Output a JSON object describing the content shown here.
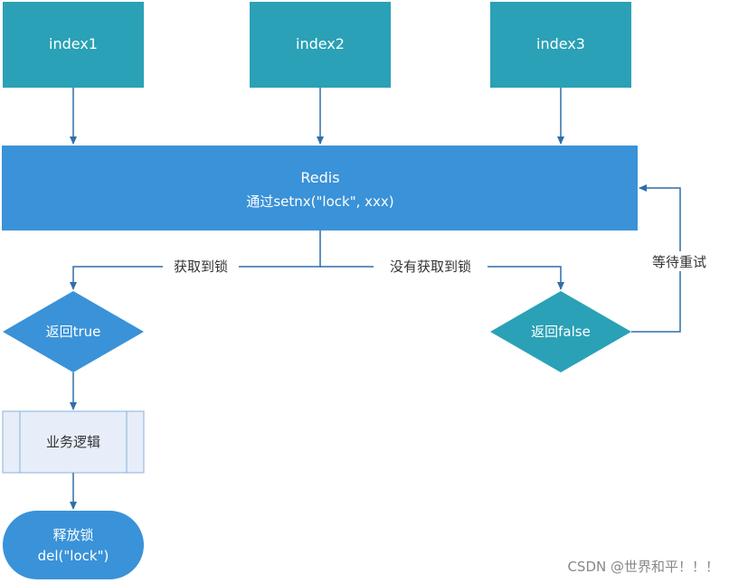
{
  "colors": {
    "index_box": "#2aa1b6",
    "redis_box": "#3a92d8",
    "decision": "#2aa1b6",
    "decision_left": "#3a92d8",
    "process_fill": "#e7eef9",
    "process_border": "#8ab0dc",
    "terminator": "#3a92d8",
    "connector": "#2f6fa9"
  },
  "nodes": {
    "index1": "index1",
    "index2": "index2",
    "index3": "index3",
    "redis_title": "Redis",
    "redis_sub": "通过setnx(\"lock\", xxx)",
    "decision_true": "返回true",
    "decision_false": "返回false",
    "process": "业务逻辑",
    "release_title": "释放锁",
    "release_sub": "del(\"lock\")"
  },
  "edge_labels": {
    "got_lock": "获取到锁",
    "no_lock": "没有获取到锁",
    "wait_retry": "等待重试"
  },
  "watermark": "CSDN @世界和平！！！"
}
